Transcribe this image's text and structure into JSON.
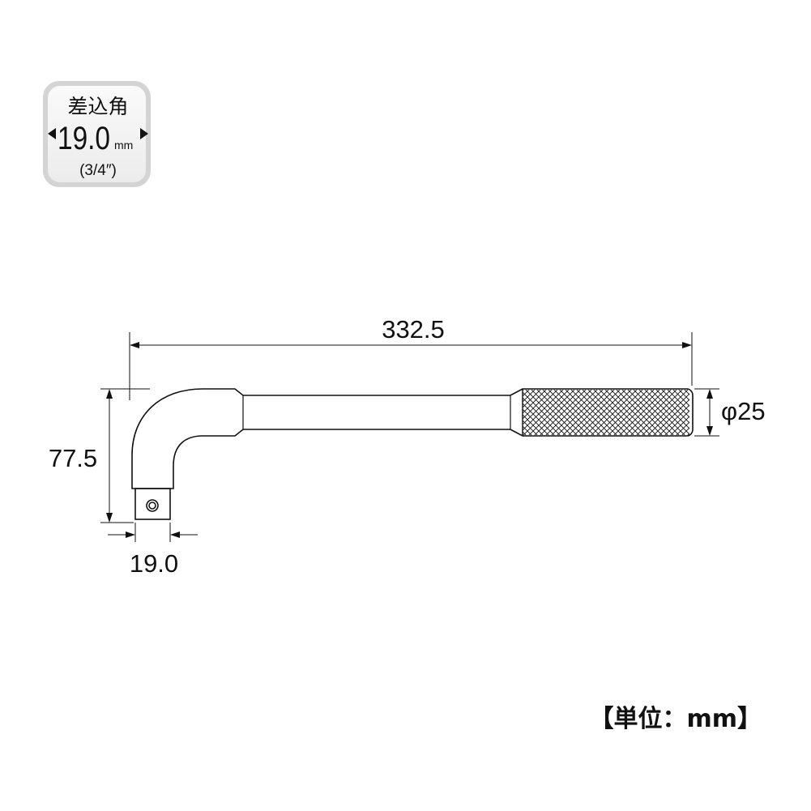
{
  "badge": {
    "title": "差込角",
    "size_value": "19.0",
    "size_unit": "mm",
    "size_inch": "(3/4″)"
  },
  "dimensions": {
    "overall_length": "332.5",
    "height": "77.5",
    "square_drive": "19.0",
    "grip_diameter": "φ25"
  },
  "unit_note": "【単位：mm】",
  "colors": {
    "outline": "#111111",
    "badge_border": "#bdbdbd",
    "badge_fill": "#f2f2f2"
  }
}
